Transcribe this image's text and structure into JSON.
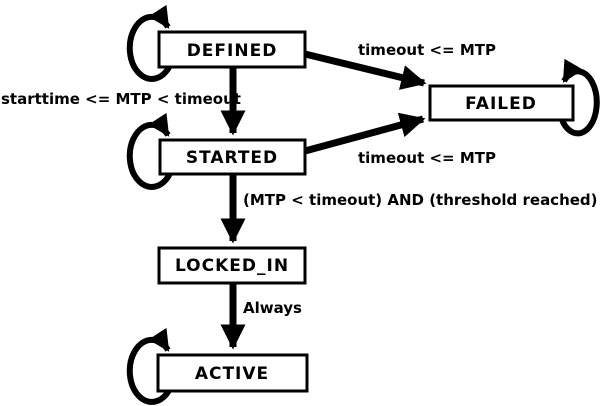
{
  "diagram": {
    "type": "state-machine",
    "background_color": "#ffffff",
    "line_color": "#000000",
    "box_fill_color": "#ffffff",
    "states": [
      {
        "label": "DEFINED",
        "self_loop": true,
        "loop_side": "left"
      },
      {
        "label": "FAILED",
        "self_loop": true,
        "loop_side": "right"
      },
      {
        "label": "STARTED",
        "self_loop": true,
        "loop_side": "left"
      },
      {
        "label": "LOCKED_IN",
        "self_loop": false,
        "loop_side": null
      },
      {
        "label": "ACTIVE",
        "self_loop": true,
        "loop_side": "left"
      }
    ],
    "transitions": [
      {
        "from": "DEFINED",
        "to": "STARTED",
        "label": "starttime <= MTP < timeout"
      },
      {
        "from": "DEFINED",
        "to": "FAILED",
        "label": "timeout <= MTP"
      },
      {
        "from": "STARTED",
        "to": "FAILED",
        "label": "timeout <= MTP"
      },
      {
        "from": "STARTED",
        "to": "LOCKED_IN",
        "label": "(MTP < timeout) AND (threshold reached)"
      },
      {
        "from": "LOCKED_IN",
        "to": "ACTIVE",
        "label": "Always"
      }
    ]
  }
}
